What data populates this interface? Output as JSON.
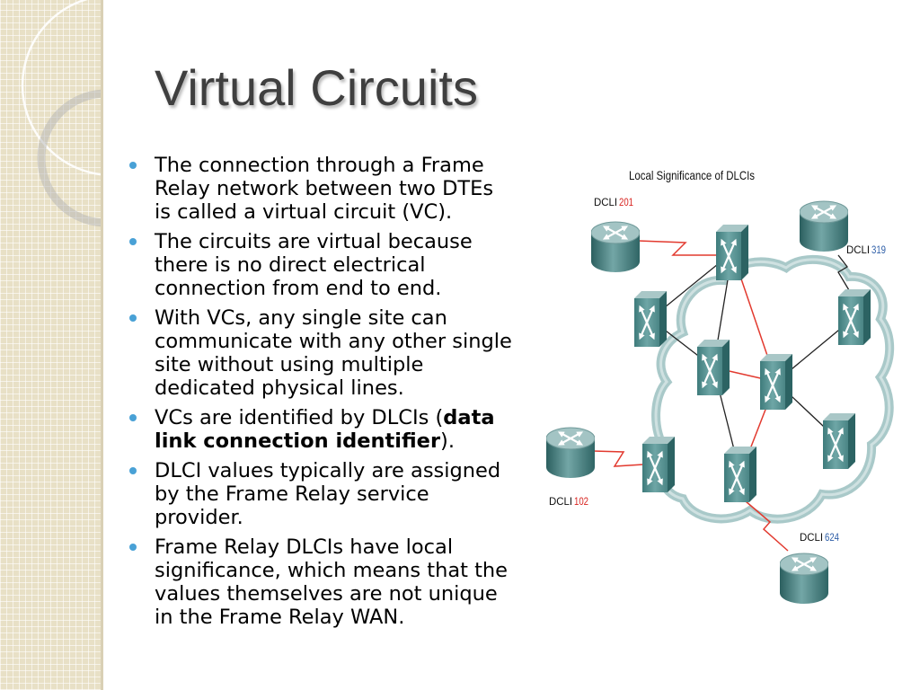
{
  "slide": {
    "title": "Virtual Circuits",
    "bullets": [
      {
        "lines": [
          "The connection through a Frame",
          "Relay network between two DTEs",
          "is called a virtual circuit (VC)."
        ]
      },
      {
        "lines": [
          "The circuits are virtual because",
          "there is no direct electrical",
          "connection from end to end."
        ]
      },
      {
        "lines": [
          "With VCs, any single site can",
          "communicate with any other single",
          "site without using multiple",
          "dedicated physical lines."
        ]
      },
      {
        "lines": [
          {
            "pre": "VCs are identified by DLCIs (",
            "bold": "data"
          },
          {
            "bold": "link connection identifier",
            "post": ")."
          }
        ]
      },
      {
        "lines": [
          "DLCI values typically are assigned",
          "by the Frame Relay service",
          "provider."
        ]
      },
      {
        "lines": [
          "Frame Relay DLCIs have local",
          "significance, which means that the",
          "values themselves are not unique",
          "in the Frame Relay WAN."
        ]
      }
    ]
  },
  "diagram": {
    "title": "Local Significance of DLCIs",
    "labels": [
      {
        "prefix": "DCLI",
        "value": "201",
        "value_color": "#d8231f"
      },
      {
        "prefix": "DCLI",
        "value": "319",
        "value_color": "#2f5fa8"
      },
      {
        "prefix": "DCLI",
        "value": "102",
        "value_color": "#d8231f"
      },
      {
        "prefix": "DCLI",
        "value": "624",
        "value_color": "#2f5fa8"
      }
    ],
    "icons": {
      "router": "router-icon",
      "switch": "frame-relay-switch-icon",
      "cloud": "frame-relay-cloud-icon"
    }
  },
  "theme": {
    "bullet_color": "#49a1d6",
    "title_color": "#3f3f3f",
    "strip_color": "#e8e0c6",
    "trunk_link_color": "#222222",
    "pvc_link_color": "#e23a2f",
    "device_color": "#5f9d9d"
  }
}
